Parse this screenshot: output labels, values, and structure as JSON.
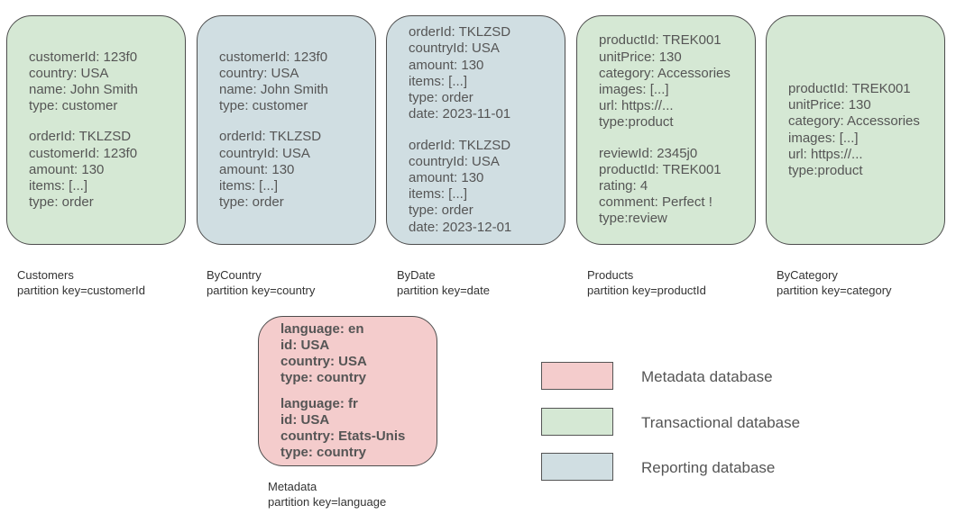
{
  "containers": [
    {
      "id": "customers",
      "color": "#d5e8d4",
      "docs": [
        [
          "customerId: 123f0",
          "country: USA",
          "name: John Smith",
          "type: customer"
        ],
        [
          "orderId: TKLZSD",
          "customerId: 123f0",
          "amount: 130",
          "items: [...]",
          "type: order"
        ]
      ],
      "caption_name": "Customers",
      "caption_key": "partition key=customerId"
    },
    {
      "id": "bycountry",
      "color": "#d0dee2",
      "docs": [
        [
          "customerId: 123f0",
          "country: USA",
          "name: John Smith",
          "type: customer"
        ],
        [
          "orderId: TKLZSD",
          "countryId: USA",
          "amount: 130",
          "items: [...]",
          "type: order"
        ]
      ],
      "caption_name": "ByCountry",
      "caption_key": "partition key=country"
    },
    {
      "id": "bydate",
      "color": "#d0dee2",
      "docs": [
        [
          "orderId: TKLZSD",
          "countryId: USA",
          "amount: 130",
          "items: [...]",
          "type: order",
          "date: 2023-11-01"
        ],
        [
          "orderId: TKLZSD",
          "countryId: USA",
          "amount: 130",
          "items: [...]",
          "type: order",
          "date: 2023-12-01"
        ]
      ],
      "caption_name": "ByDate",
      "caption_key": "partition key=date"
    },
    {
      "id": "products",
      "color": "#d5e8d4",
      "docs": [
        [
          "productId: TREK001",
          "unitPrice: 130",
          "category: Accessories",
          "images: [...]",
          "url: https://...",
          "type:product"
        ],
        [
          "reviewId: 2345j0",
          "productId: TREK001",
          "rating: 4",
          "comment: Perfect !",
          "type:review"
        ]
      ],
      "caption_name": "Products",
      "caption_key": "partition key=productId"
    },
    {
      "id": "bycategory",
      "color": "#d5e8d4",
      "docs": [
        [
          "productId: TREK001",
          "unitPrice: 130",
          "category: Accessories",
          "images: [...]",
          "url: https://...",
          "type:product"
        ]
      ],
      "caption_name": "ByCategory",
      "caption_key": "partition key=category"
    },
    {
      "id": "metadata",
      "color": "#f4cccc",
      "docs": [
        [
          "language: en",
          "id: USA",
          "country: USA",
          "type: country"
        ],
        [
          "language: fr",
          "id: USA",
          "country: Etats-Unis",
          "type: country"
        ]
      ],
      "caption_name": "Metadata",
      "caption_key": "partition key=language"
    }
  ],
  "legend": [
    {
      "label": "Metadata database",
      "color": "#f4cccc"
    },
    {
      "label": "Transactional database",
      "color": "#d5e8d4"
    },
    {
      "label": "Reporting database",
      "color": "#d0dee2"
    }
  ]
}
